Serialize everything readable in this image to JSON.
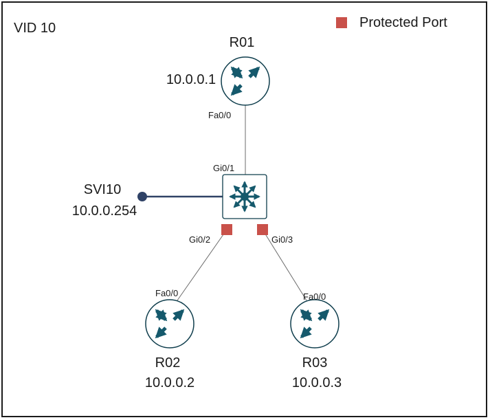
{
  "diagram": {
    "vlan_label": "VID 10",
    "legend": {
      "label": "Protected Port",
      "color": "#c9514a"
    },
    "colors": {
      "device": "#15596c",
      "ring": "#0e3d4c",
      "link": "#6b6b6b",
      "svi": "#2f4266"
    },
    "routers": {
      "r01": {
        "name": "R01",
        "ip": "10.0.0.1",
        "port": "Fa0/0"
      },
      "r02": {
        "name": "R02",
        "ip": "10.0.0.2",
        "port": "Fa0/0"
      },
      "r03": {
        "name": "R03",
        "ip": "10.0.0.3",
        "port": "Fa0/0"
      }
    },
    "switch": {
      "ports": {
        "gi01": "Gi0/1",
        "gi02": "Gi0/2",
        "gi03": "Gi0/3"
      }
    },
    "svi": {
      "name": "SVI10",
      "ip": "10.0.0.254"
    }
  }
}
